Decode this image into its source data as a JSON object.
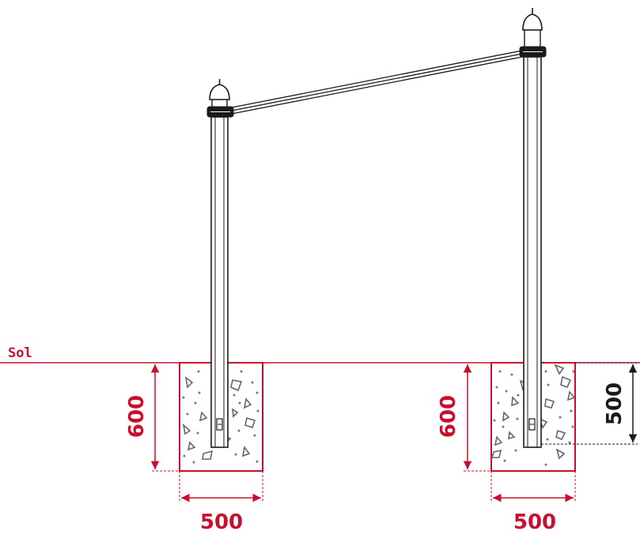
{
  "ground_label": "Sol",
  "left_footing": {
    "depth": "600",
    "width": "500"
  },
  "right_footing": {
    "depth": "600",
    "width": "500",
    "embed_depth": "500"
  },
  "colors": {
    "dimension": "#c8102e",
    "line": "#1a1a1a",
    "aggregate": "#666666"
  }
}
